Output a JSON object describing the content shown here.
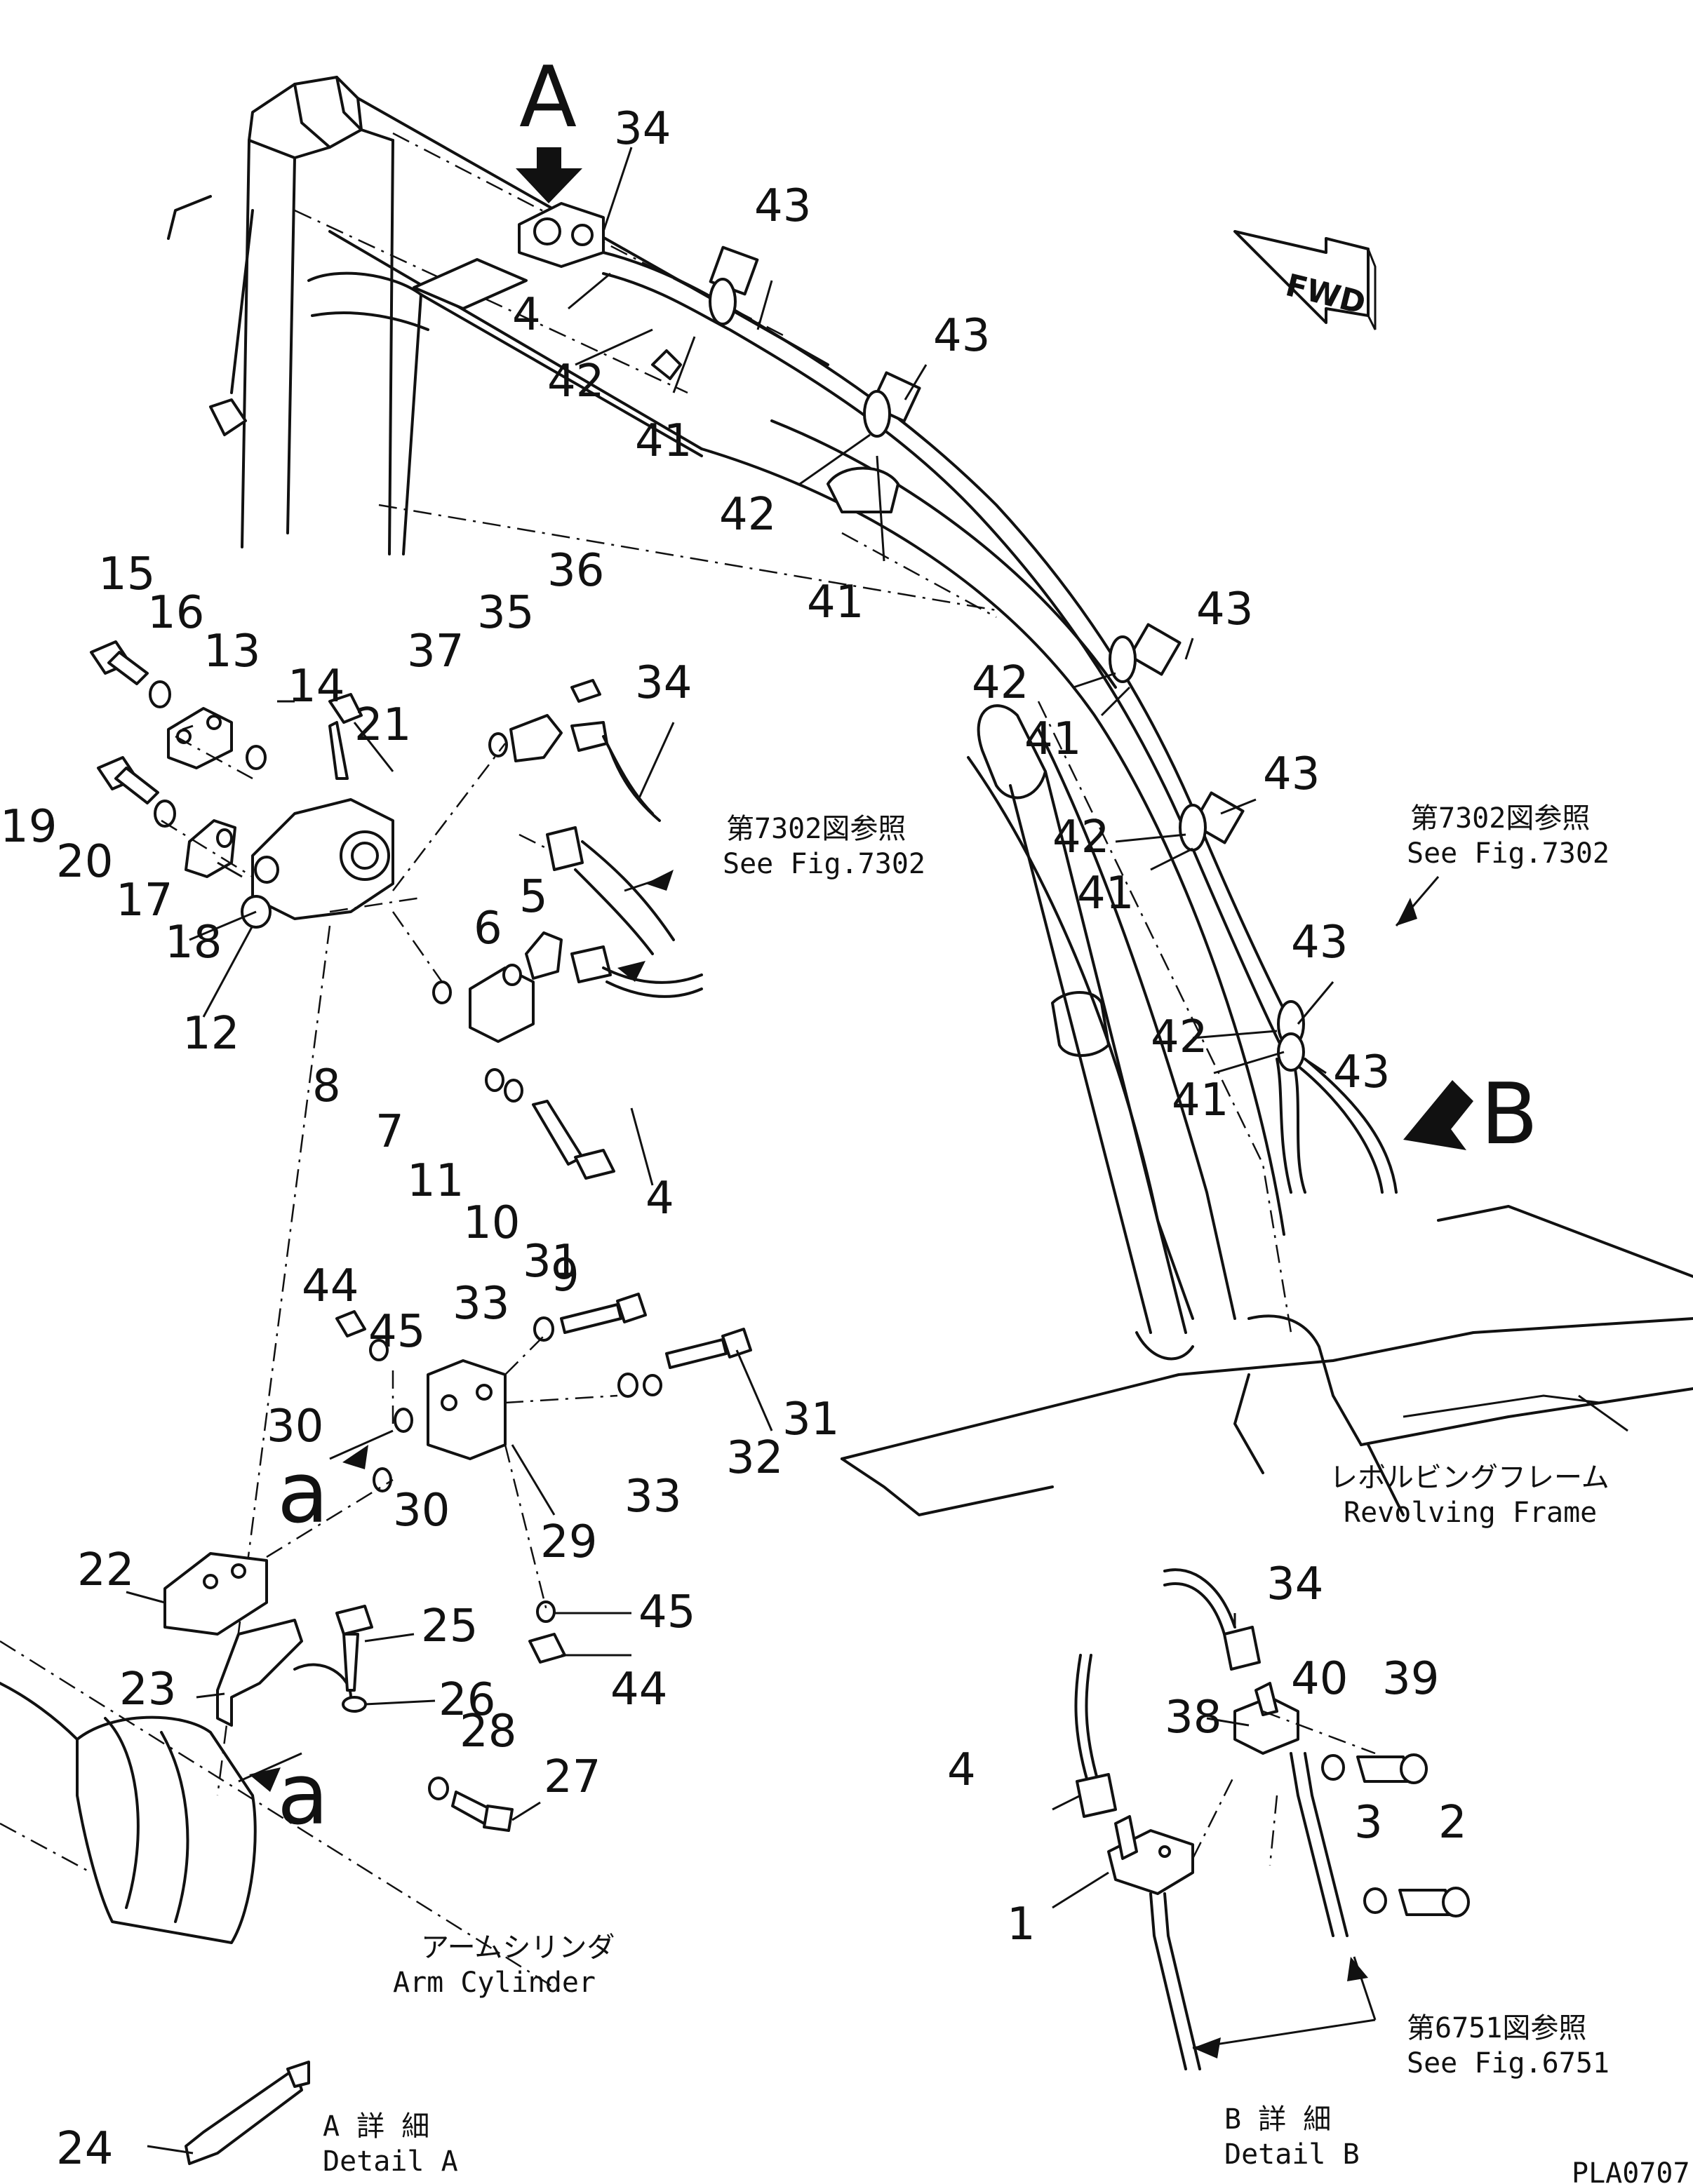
{
  "view_letters": {
    "A": "A",
    "B": "B",
    "a_upper": "a",
    "a_lower": "a"
  },
  "fwd_label": "FWD",
  "callouts": {
    "c1": "1",
    "c2": "2",
    "c3": "3",
    "c4a": "4",
    "c4b": "4",
    "c4c": "4",
    "c5": "5",
    "c6": "6",
    "c7": "7",
    "c8": "8",
    "c9": "9",
    "c10": "10",
    "c11": "11",
    "c12": "12",
    "c13": "13",
    "c14": "14",
    "c15": "15",
    "c16": "16",
    "c17": "17",
    "c18": "18",
    "c19": "19",
    "c20": "20",
    "c21": "21",
    "c22": "22",
    "c23": "23",
    "c24": "24",
    "c25": "25",
    "c26": "26",
    "c27": "27",
    "c28": "28",
    "c29": "29",
    "c30a": "30",
    "c30b": "30",
    "c31a": "31",
    "c31b": "31",
    "c32": "32",
    "c33a": "33",
    "c33b": "33",
    "c34a": "34",
    "c34b": "34",
    "c34c": "34",
    "c35": "35",
    "c36": "36",
    "c37": "37",
    "c38": "38",
    "c39": "39",
    "c40": "40",
    "c41a": "41",
    "c41b": "41",
    "c41c": "41",
    "c41d": "41",
    "c41e": "41",
    "c42a": "42",
    "c42b": "42",
    "c42c": "42",
    "c42d": "42",
    "c42e": "42",
    "c43a": "43",
    "c43b": "43",
    "c43c": "43",
    "c43d": "43",
    "c43e": "43",
    "c43f": "43",
    "c44a": "44",
    "c44b": "44",
    "c45a": "45",
    "c45b": "45"
  },
  "notes": {
    "see7302_left_jp": "第7302図参照",
    "see7302_left_en": "See Fig.7302",
    "see7302_right_jp": "第7302図参照",
    "see7302_right_en": "See Fig.7302",
    "revolving_jp": "レボルビングフレーム",
    "revolving_en": "Revolving Frame",
    "arm_jp": "アームシリンダ",
    "arm_en": "Arm Cylinder",
    "detailA_jp": "A 詳 細",
    "detailA_en": "Detail A",
    "detailB_jp": "B 詳 細",
    "detailB_en": "Detail B",
    "see6751_jp": "第6751図参照",
    "see6751_en": "See Fig.6751",
    "drawing_code": "PLA0707"
  }
}
